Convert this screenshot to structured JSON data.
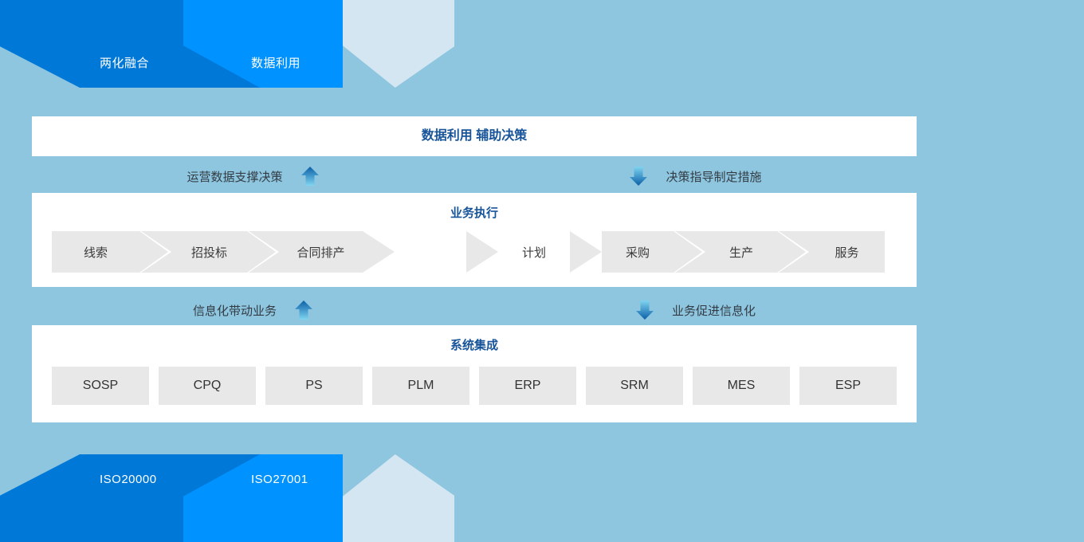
{
  "colors": {
    "background": "#8ec6e0",
    "ribbon_dark": "#0078d7",
    "ribbon_mid": "#0092ff",
    "ribbon_light": "#d4e6f1",
    "panel": "#ffffff",
    "heading": "#18549a",
    "cell": "#e8e8e8",
    "arrow_top": "#0e6fba",
    "arrow_bottom": "#56c6e8"
  },
  "top_ribbon": {
    "labels": [
      {
        "text": "两化融合"
      },
      {
        "text": "数据利用"
      }
    ]
  },
  "bottom_ribbon": {
    "labels": [
      {
        "text": "ISO20000"
      },
      {
        "text": "ISO27001"
      }
    ]
  },
  "title_panel": {
    "heading": "数据利用 辅助决策"
  },
  "connector_top": {
    "left": {
      "text": "运营数据支撑决策",
      "icon": "arrow-up-icon",
      "direction": "up"
    },
    "right": {
      "text": "决策指导制定措施",
      "icon": "arrow-down-icon",
      "direction": "down"
    }
  },
  "business_panel": {
    "heading": "业务执行",
    "left_group": [
      {
        "label": "线索"
      },
      {
        "label": "招投标"
      },
      {
        "label": "合同排产"
      }
    ],
    "right_group": [
      {
        "label": "计划"
      },
      {
        "label": "采购"
      },
      {
        "label": "生产"
      },
      {
        "label": "服务"
      }
    ]
  },
  "connector_mid": {
    "left": {
      "text": "信息化带动业务",
      "icon": "arrow-up-icon",
      "direction": "up"
    },
    "right": {
      "text": "业务促进信息化",
      "icon": "arrow-down-icon",
      "direction": "down"
    }
  },
  "system_panel": {
    "heading": "系统集成",
    "systems": [
      {
        "label": "SOSP"
      },
      {
        "label": "CPQ"
      },
      {
        "label": "PS"
      },
      {
        "label": "PLM"
      },
      {
        "label": "ERP"
      },
      {
        "label": "SRM"
      },
      {
        "label": "MES"
      },
      {
        "label": "ESP"
      }
    ]
  }
}
